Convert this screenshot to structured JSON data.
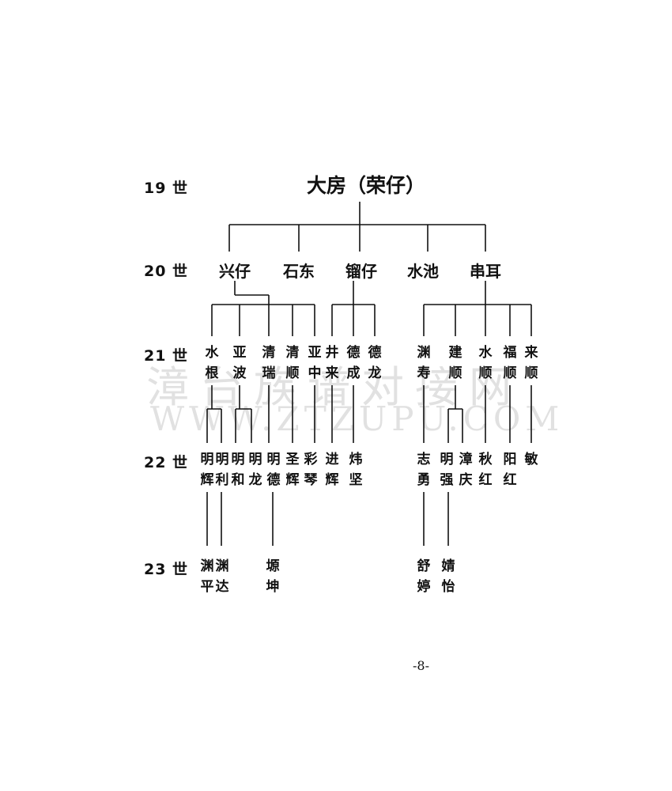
{
  "generations": {
    "g19": "19 世",
    "g20": "20 世",
    "g21": "21 世",
    "g22": "22 世",
    "g23": "23 世"
  },
  "root": "大房（荣仔）",
  "gen20": [
    "兴仔",
    "石东",
    "镏仔",
    "水池",
    "串耳"
  ],
  "gen21": [
    "水\n根",
    "亚\n波",
    "清\n瑞",
    "清\n顺",
    "亚\n中",
    "井\n来",
    "德\n成",
    "德\n龙",
    "渊\n寿",
    "建\n顺",
    "水\n顺",
    "福\n顺",
    "来\n顺"
  ],
  "gen22": [
    "明\n辉",
    "明\n利",
    "明\n和",
    "明\n龙",
    "明\n德",
    "圣\n辉",
    "彩\n琴",
    "进\n辉",
    "炜\n坚",
    "志\n勇",
    "明\n强",
    "漳\n庆",
    "秋\n红",
    "阳\n红",
    "敏"
  ],
  "gen23": [
    "渊\n平",
    "渊\n达",
    "塬\n坤",
    "舒\n婷",
    "婧\n怡"
  ],
  "watermark": {
    "line1": "漳台族谱对接网",
    "line2": "WWW.ZTZUPU.COM"
  },
  "page_number": "-8-"
}
